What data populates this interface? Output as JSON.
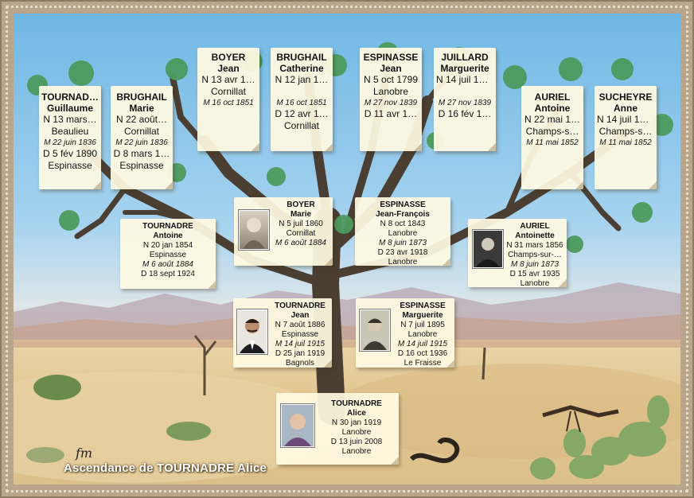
{
  "footer": {
    "title": "Ascendance de TOURNADRE Alice",
    "signature": "fm"
  },
  "generation4": [
    {
      "surname": "TOURNAD…",
      "given": "Guillaume",
      "lines": [
        "N 13 mars…",
        "Beaulieu",
        "M 22 juin 1836",
        "D 5 fév 1890",
        "Espinasse"
      ]
    },
    {
      "surname": "BRUGHAIL",
      "given": "Marie",
      "lines": [
        "N 22 août…",
        "Cornillat",
        "M 22 juin 1836",
        "D 8 mars 1…",
        "Espinasse"
      ]
    },
    {
      "surname": "BOYER",
      "given": "Jean",
      "lines": [
        "N 13 avr 1…",
        "Cornillat",
        "M 16 oct 1851"
      ]
    },
    {
      "surname": "BRUGHAIL",
      "given": "Catherine",
      "lines": [
        "N 12 jan 1…",
        "",
        "M 16 oct 1851",
        "D 12 avr 1…",
        "Cornillat"
      ]
    },
    {
      "surname": "ESPINASSE",
      "given": "Jean",
      "lines": [
        "N 5 oct 1799",
        "Lanobre",
        "M 27 nov 1839",
        "D 11 avr 1…"
      ]
    },
    {
      "surname": "JUILLARD",
      "given": "Marguerite",
      "lines": [
        "N 14 juil 18…",
        "",
        "M 27 nov 1839",
        "D 16 fév 1…"
      ]
    },
    {
      "surname": "AURIEL",
      "given": "Antoine",
      "lines": [
        "N 22 mai 1…",
        "Champs-s…",
        "M 11 mai 1852"
      ]
    },
    {
      "surname": "SUCHEYRE",
      "given": "Anne",
      "lines": [
        "N 14 juil 18…",
        "Champs-s…",
        "M 11 mai 1852"
      ]
    }
  ],
  "generation3": [
    {
      "surname": "TOURNADRE",
      "given": "Antoine",
      "lines": [
        "N 20 jan 1854",
        "Espinasse",
        "M 6 août 1884",
        "D 18 sept 1924"
      ]
    },
    {
      "surname": "BOYER",
      "given": "Marie",
      "lines": [
        "N 5 juil 1860",
        "Cornillat",
        "M 6 août 1884"
      ]
    },
    {
      "surname": "ESPINASSE",
      "given": "Jean-François",
      "lines": [
        "N 8 oct 1843",
        "Lanobre",
        "M 8 juin 1873",
        "D 23 avr 1918",
        "Lanobre"
      ]
    },
    {
      "surname": "AURIEL",
      "given": "Antoinette",
      "lines": [
        "N 31 mars 1856",
        "Champs-sur-…",
        "M 8 juin 1873",
        "D 15 avr 1935",
        "Lanobre"
      ]
    }
  ],
  "generation2": [
    {
      "surname": "TOURNADRE",
      "given": "Jean",
      "lines": [
        "N 7 août 1886",
        "Espinasse",
        "M 14 juil 1915",
        "D 25 jan 1919",
        "Bagnols"
      ]
    },
    {
      "surname": "ESPINASSE",
      "given": "Marguerite",
      "lines": [
        "N 7 juil 1895",
        "Lanobre",
        "M 14 juil 1915",
        "D 16 oct 1936",
        "Le Fraisse"
      ]
    }
  ],
  "generation1": {
    "surname": "TOURNADRE",
    "given": "Alice",
    "lines": [
      "N 30 jan 1919",
      "Lanobre",
      "D 13 juin 2008",
      "Lanobre"
    ]
  }
}
